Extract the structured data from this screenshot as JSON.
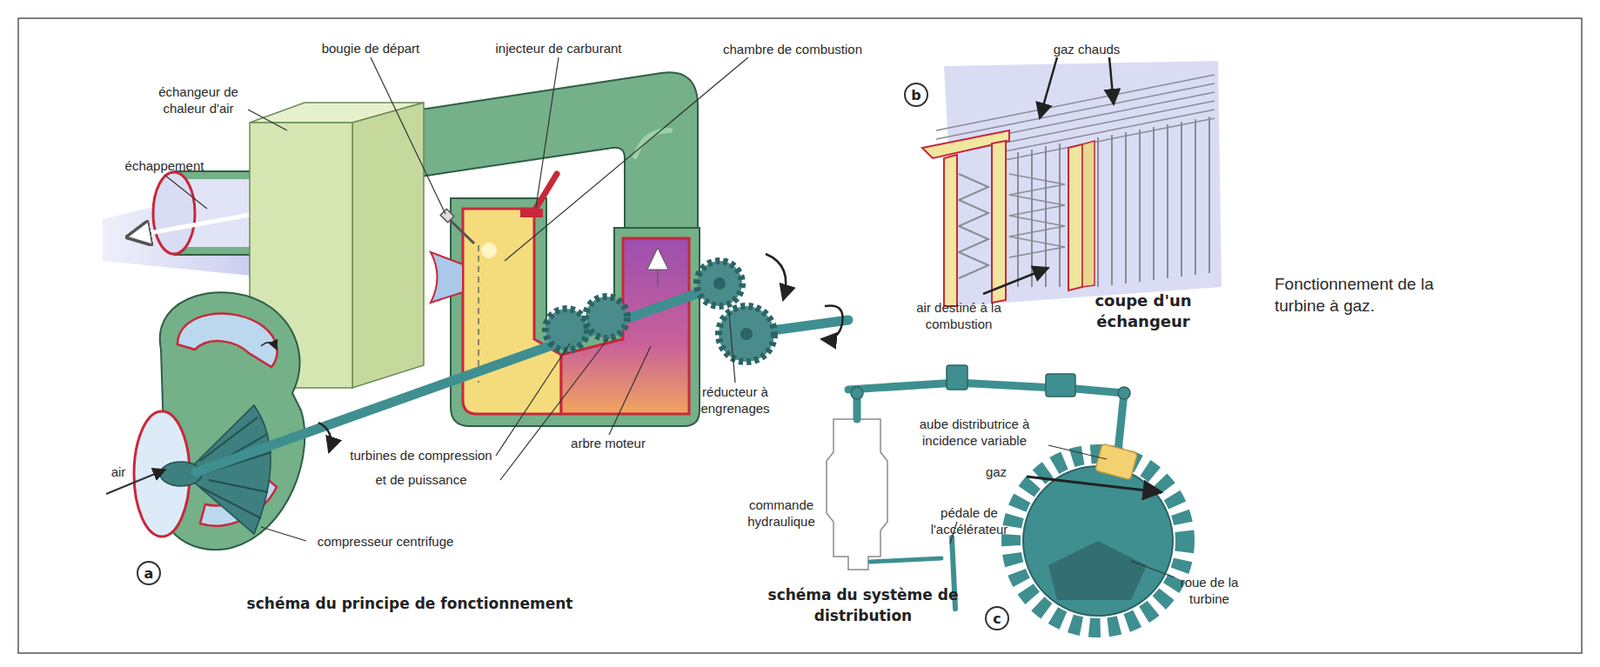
{
  "diagram": {
    "caption": "Fonctionnement de la turbine à gaz.",
    "nodes": [
      {
        "text": [
          "a"
        ]
      },
      {
        "text": [
          "b"
        ]
      },
      {
        "text": [
          "c"
        ]
      }
    ],
    "labels": [
      "bougie de départ",
      "injecteur de carburant",
      "chambre de combustion",
      "échangeur de chaleur d'air",
      "échappement",
      "air",
      "turbines de compression et de puissance",
      "arbre moteur",
      "réducteur à engrenages",
      "compresseur centrifuge",
      "schéma du principe de fonctionnement",
      "gaz chauds",
      "air destiné à la combustion",
      "coupe d'un échangeur",
      "aube distributrice à incidence variable",
      "gaz",
      "commande hydraulique",
      "pédale de l'accélérateur",
      "schéma du système de distribution",
      "roue de la turbine"
    ]
  }
}
